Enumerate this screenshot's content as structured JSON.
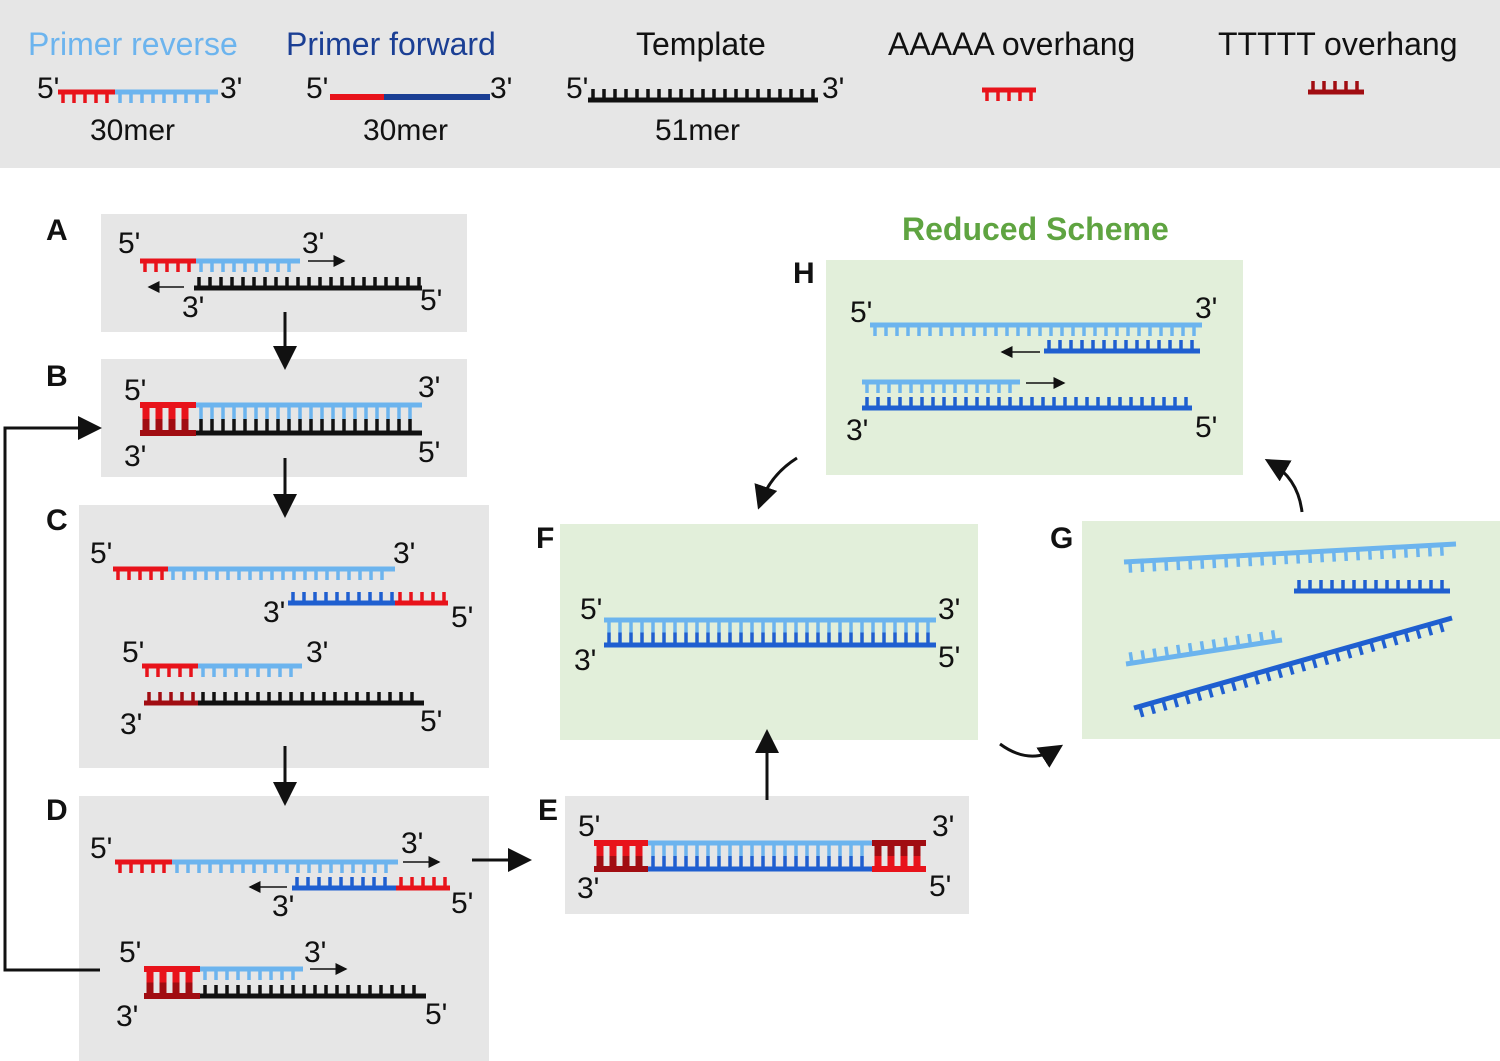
{
  "colors": {
    "overhang_a": "#e8131b",
    "overhang_t": "#a10d12",
    "primer_reverse": "#6cb4ee",
    "primer_forward": "#1f5fd0",
    "primer_forward_legend": "#1b3f94",
    "template": "#111111",
    "panel_gray": "#e6e6e6",
    "panel_green": "#e2efda",
    "reduced_title": "#5fa441"
  },
  "legend": {
    "primer_reverse": {
      "title": "Primer reverse",
      "end5": "5'",
      "end3": "3'",
      "length": "30mer"
    },
    "primer_forward": {
      "title": "Primer forward",
      "end5": "5'",
      "end3": "3'",
      "length": "30mer"
    },
    "template": {
      "title": "Template",
      "end5": "5'",
      "end3": "3'",
      "length": "51mer"
    },
    "aaaaa_overhang": {
      "title": "AAAAA overhang"
    },
    "ttttt_overhang": {
      "title": "TTTTT overhang"
    }
  },
  "reduced_scheme_title": "Reduced Scheme",
  "panels": {
    "A": {
      "label": "A",
      "ends": [
        "5'",
        "3'",
        "3'",
        "5'"
      ]
    },
    "B": {
      "label": "B",
      "ends": [
        "5'",
        "3'",
        "3'",
        "5'"
      ]
    },
    "C": {
      "label": "C",
      "ends": [
        "5'",
        "3'",
        "3'",
        "5'",
        "5'",
        "3'",
        "3'",
        "5'"
      ]
    },
    "D": {
      "label": "D",
      "ends": [
        "5'",
        "3'",
        "3'",
        "5'",
        "5'",
        "3'",
        "3'",
        "5'"
      ]
    },
    "E": {
      "label": "E",
      "ends": [
        "5'",
        "3'",
        "3'",
        "5'"
      ]
    },
    "F": {
      "label": "F",
      "ends": [
        "5'",
        "3'",
        "3'",
        "5'"
      ]
    },
    "G": {
      "label": "G"
    },
    "H": {
      "label": "H",
      "ends": [
        "5'",
        "3'",
        "3'",
        "5'"
      ]
    }
  }
}
